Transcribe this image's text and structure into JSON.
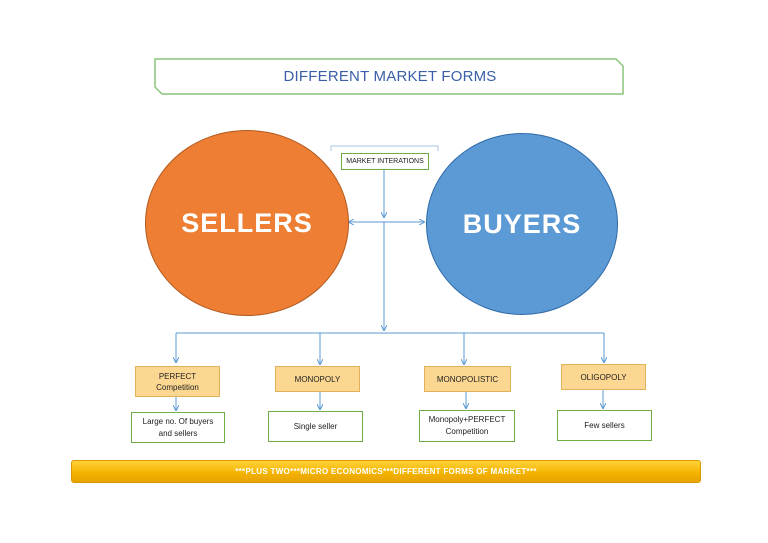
{
  "title": "DIFFERENT MARKET FORMS",
  "sellers_label": "SELLERS",
  "buyers_label": "BUYERS",
  "connector_label": "MARKET INTERATIONS",
  "market_forms": [
    {
      "name": "PERFECT\nCompetition",
      "description": "Large no. Of buyers\nand sellers"
    },
    {
      "name": "MONOPOLY",
      "description": "Single seller"
    },
    {
      "name": "MONOPOLISTIC",
      "description": "Monopoly+PERFECT\nCompetition"
    },
    {
      "name": "OLIGOPOLY",
      "description": "Few sellers"
    }
  ],
  "footer_banner": "***PLUS TWO***MICRO ECONOMICS***DIFFERENT FORMS OF MARKET***",
  "colors": {
    "sellers": "#ee7e33",
    "buyers": "#5b9ad4",
    "type_fill": "#fcd791",
    "box_border": "#70ad47",
    "connector": "#5b9ad4",
    "title_text": "#3a5fa8",
    "banner": "#f4b400"
  }
}
